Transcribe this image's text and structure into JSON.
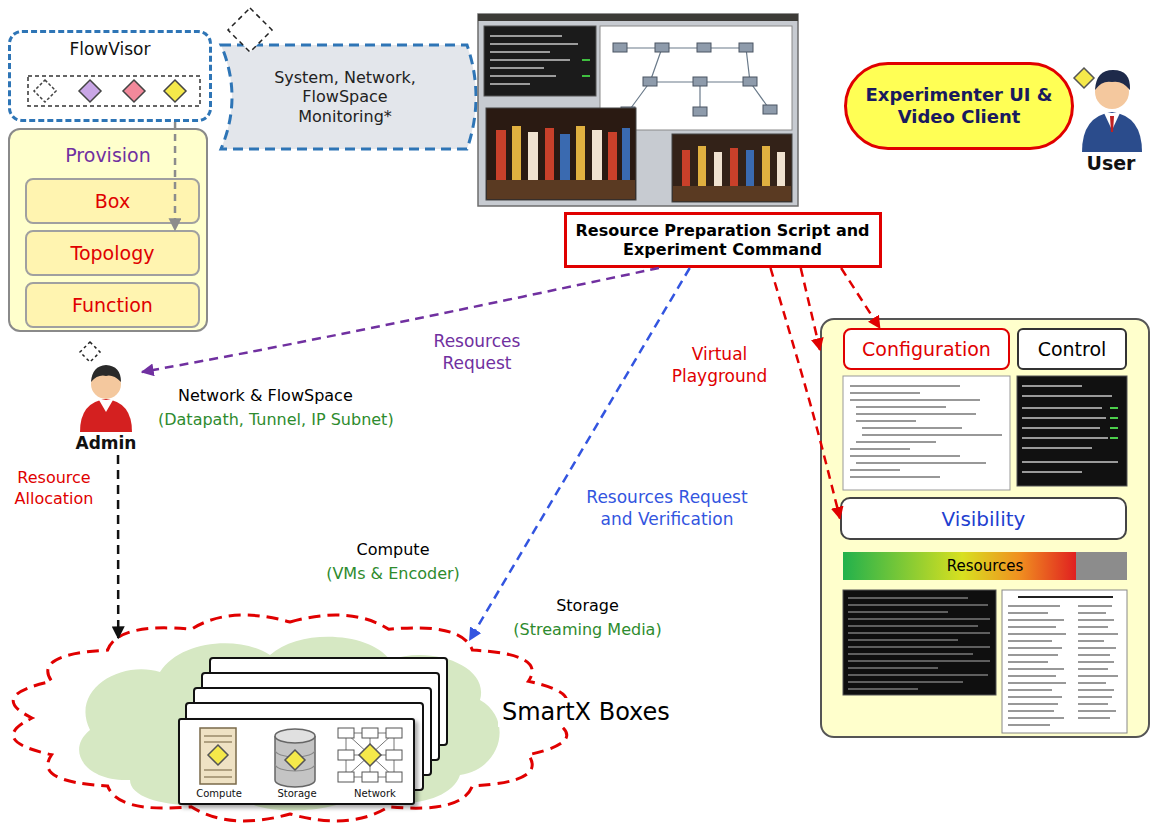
{
  "diagram": {
    "nodes": [
      {
        "text": [
          "FlowVisor"
        ]
      },
      {
        "text": [
          "System, Network, FlowSpace Monitoring*"
        ]
      },
      {
        "text": [
          "Experimenter UI & Video Client"
        ]
      },
      {
        "text": [
          "User"
        ]
      },
      {
        "text": [
          "Provision"
        ]
      },
      {
        "text": [
          "Box"
        ],
        "in": 4
      },
      {
        "text": [
          "Topology"
        ],
        "in": 4
      },
      {
        "text": [
          "Function"
        ],
        "in": 4
      },
      {
        "text": [
          "Resource Preparation Script and Experiment Command"
        ]
      },
      {
        "text": [
          "Admin"
        ]
      },
      {
        "text": []
      },
      {
        "text": [
          "Configuration"
        ],
        "in": 10
      },
      {
        "text": [
          "Control"
        ],
        "in": 10
      },
      {
        "text": [
          "Visibility"
        ],
        "in": 10
      },
      {
        "text": [
          "Resources"
        ],
        "in": 10
      },
      {
        "text": [
          "SmartX Boxes"
        ]
      },
      {
        "text": [
          "Compute",
          "Storage",
          "Network"
        ],
        "in": 15
      }
    ],
    "edges": [
      {
        "from": 0,
        "to": 6,
        "arrow": "to"
      },
      {
        "from": 8,
        "to": 9,
        "label": "Resources Request",
        "arrow": "to"
      },
      {
        "from": 9,
        "to": 15,
        "label": "Resource Allocation",
        "arrow": "to"
      },
      {
        "from": 8,
        "to": 15,
        "label": "Resources Request and Verification",
        "arrow": "to"
      },
      {
        "from": 8,
        "to": 11,
        "label": "Virtual Playground",
        "arrow": "to"
      },
      {
        "from": 8,
        "to": 10,
        "arrow": "to"
      },
      {
        "from": 8,
        "to": 13,
        "arrow": "to"
      }
    ],
    "labels": [
      "Network & FlowSpace",
      "(Datapath, Tunnel, IP Subnet)",
      "Compute",
      "(VMs & Encoder)",
      "Storage",
      "(Streaming Media)"
    ]
  }
}
